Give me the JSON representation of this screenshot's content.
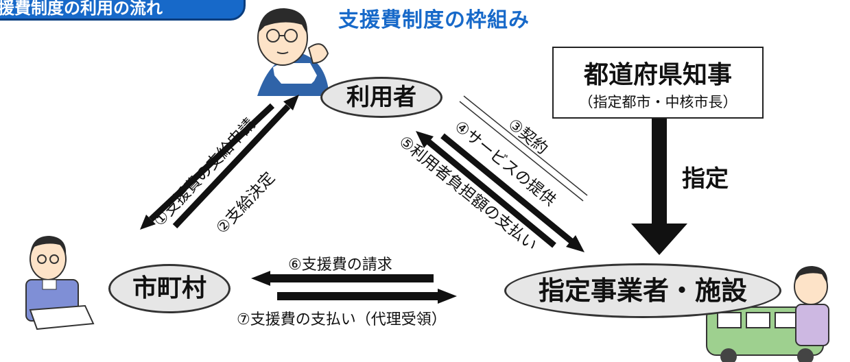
{
  "header": {
    "corner_tab": "援費制度の利用の流れ",
    "title": "支援費制度の枠組み"
  },
  "nodes": {
    "user": "利用者",
    "city": "市町村",
    "facility": "指定事業者・施設"
  },
  "authority": {
    "title": "都道府県知事",
    "subtitle": "（指定都市・中核市長）",
    "designation_label": "指定"
  },
  "flows": [
    {
      "step": 1,
      "label": "①支援費の支給申請"
    },
    {
      "step": 2,
      "label": "②支給決定"
    },
    {
      "step": 3,
      "label": "③契約"
    },
    {
      "step": 4,
      "label": "④サービスの提供"
    },
    {
      "step": 5,
      "label": "⑤利用者負担額の支払い"
    },
    {
      "step": 6,
      "label": "⑥支援費の請求"
    },
    {
      "step": 7,
      "label": "⑦支援費の支払い（代理受領）"
    }
  ],
  "colors": {
    "accent": "#1769c9",
    "arrow": "#111111",
    "node_fill": "#e6e6e6"
  }
}
